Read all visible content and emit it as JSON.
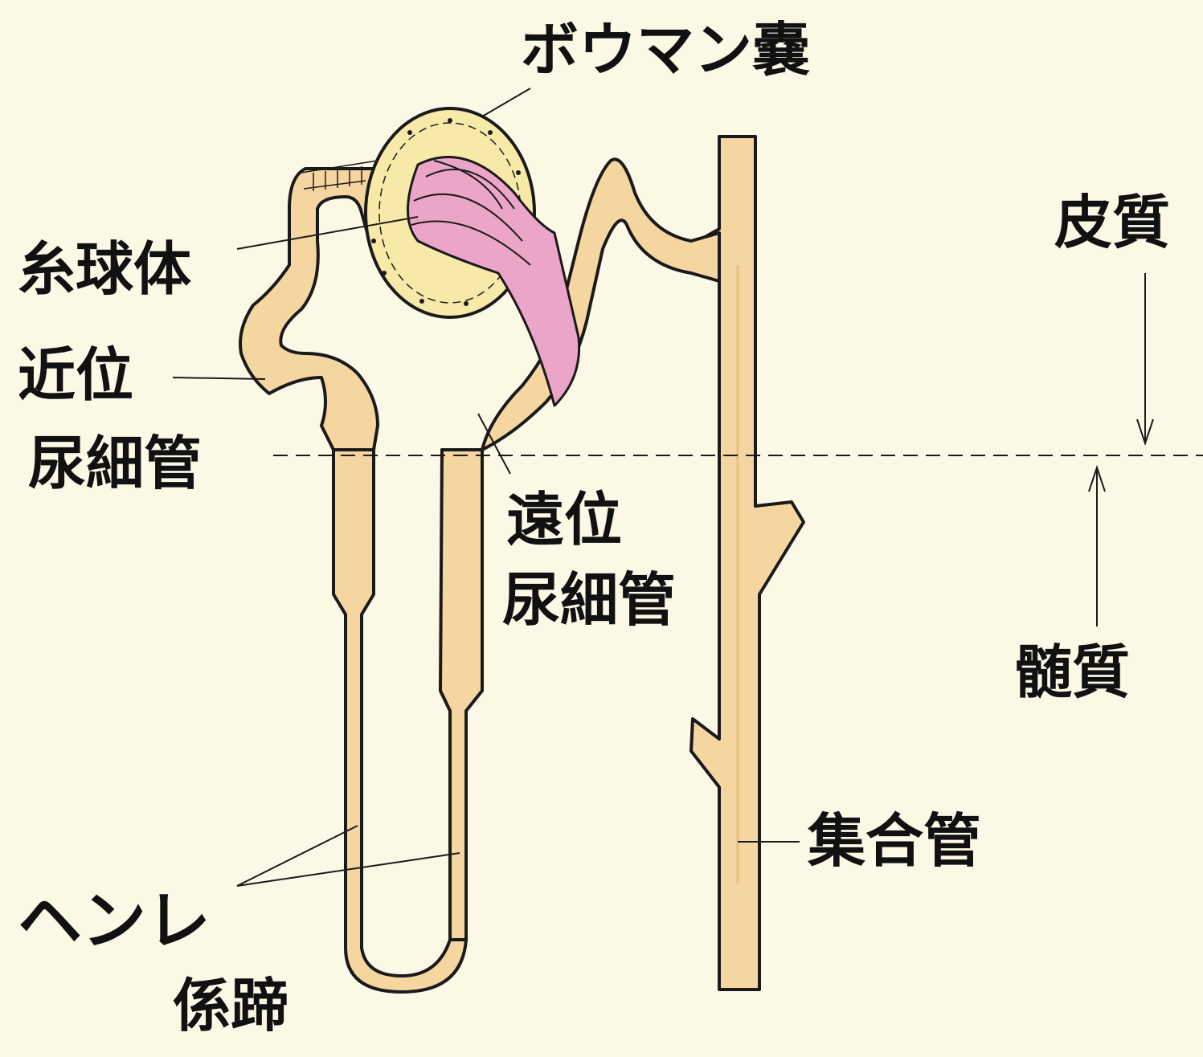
{
  "diagram": {
    "labels": {
      "bowman_capsule": "ボウマン嚢",
      "glomerulus": "糸球体",
      "proximal_tubule_line1": "近位",
      "proximal_tubule_line2": "尿細管",
      "distal_tubule_line1": "遠位",
      "distal_tubule_line2": "尿細管",
      "cortex": "皮質",
      "medulla": "髄質",
      "collecting_duct": "集合管",
      "loop_of_henle_line1": "ヘンレ",
      "loop_of_henle_line2": "係蹄"
    },
    "colors": {
      "background": "#fcf8e6",
      "tubule_fill": "#f6d6a0",
      "capsule_fill": "#f7e9a8",
      "glomerulus_fill": "#eaa5c8",
      "outline": "#1a1a1a"
    }
  }
}
